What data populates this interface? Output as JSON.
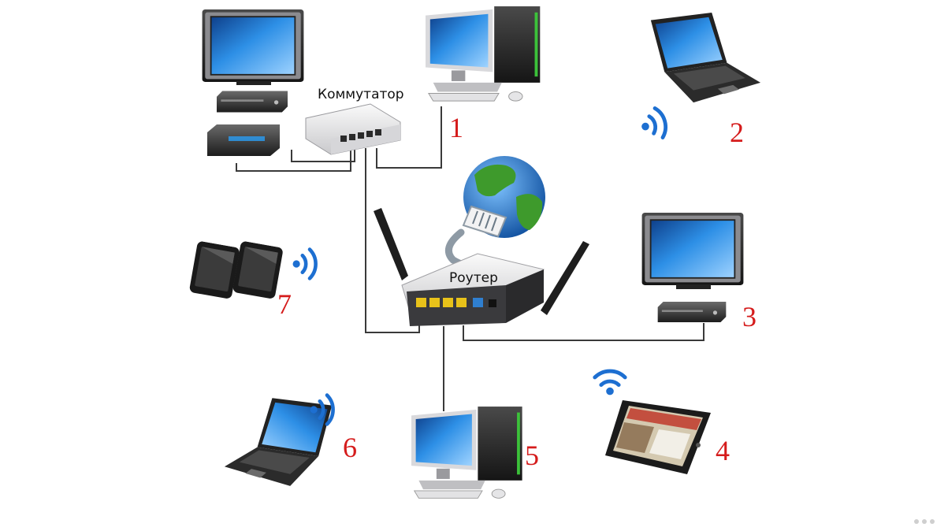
{
  "labels": {
    "switch": "Коммутатор",
    "router": "Роутер"
  },
  "device_numbers": [
    "1",
    "2",
    "3",
    "4",
    "5",
    "6",
    "7"
  ],
  "colors": {
    "cable": "#3a3a3a",
    "screen": "#1e7fd6",
    "device_dark": "#1f1f1f",
    "device_light": "#e9e9ea",
    "port_yellow": "#e8c21a",
    "port_blue": "#2f7fd0",
    "wifi": "#1d6fd1",
    "number_red": "#d51c1c",
    "globe_ocean": "#1f73c8",
    "globe_land": "#3e9a2c"
  },
  "icons": [
    "tv-icon",
    "set-top-box-icon",
    "switch-icon",
    "desktop-computer-icon",
    "laptop-icon",
    "wifi-icon",
    "globe-icon",
    "router-icon",
    "smartphone-icon",
    "tablet-icon"
  ]
}
